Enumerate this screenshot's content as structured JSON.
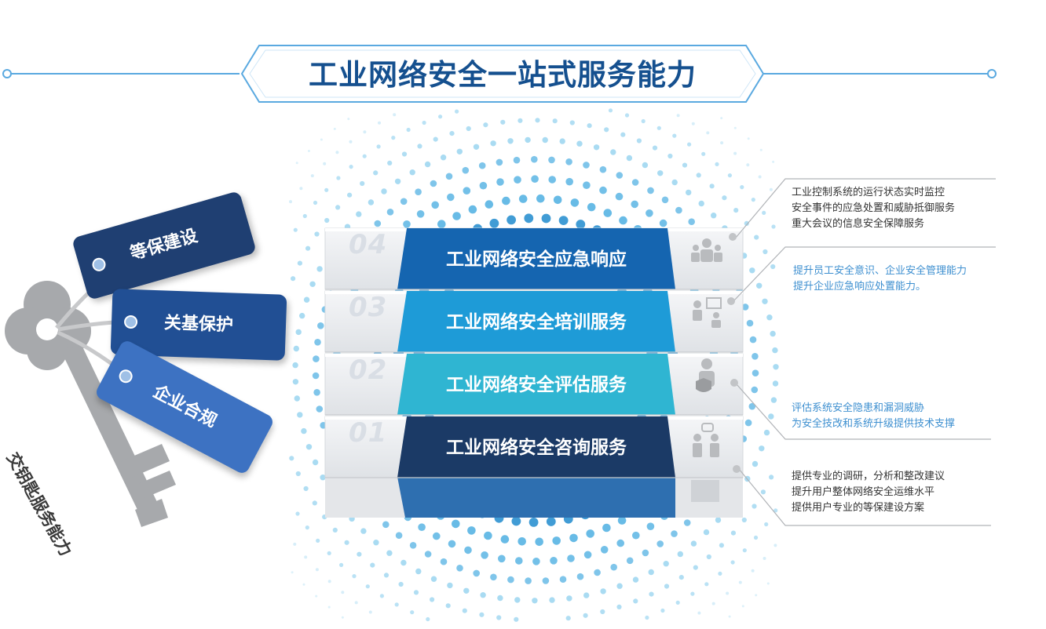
{
  "title": "工业网络安全一站式服务能力",
  "keys": {
    "caption": "交钥匙服务能力",
    "tags": [
      {
        "label": "等保建设",
        "color": "#1f3f72"
      },
      {
        "label": "关基保护",
        "color": "#214f94"
      },
      {
        "label": "企业合规",
        "color": "#3d72c2"
      }
    ]
  },
  "services": [
    {
      "number": "04",
      "label": "工业网络安全应急响应",
      "color": "#1565b0",
      "icon": "team-icon",
      "description": [
        "工业控制系统的运行状态实时监控",
        "安全事件的应急处置和威胁抵御服务",
        "重大会议的信息安全保障服务"
      ]
    },
    {
      "number": "03",
      "label": "工业网络安全培训服务",
      "color": "#1e9bd7",
      "icon": "presentation-training-icon",
      "description": [
        "提升员工安全意识、企业安全管理能力",
        "提升企业应急响应处置能力。"
      ]
    },
    {
      "number": "02",
      "label": "工业网络安全评估服务",
      "color": "#2fb5d2",
      "icon": "person-shield-icon",
      "description": [
        "评估系统安全隐患和漏洞威胁",
        "为安全技改和系统升级提供技术支撑"
      ]
    },
    {
      "number": "01",
      "label": "工业网络安全咨询服务",
      "color": "#1b3a66",
      "icon": "consulting-people-icon",
      "description": [
        "提供专业的调研，分析和整改建议",
        "提升用户整体网络安全运维水平",
        "提供用户专业的等保建设方案"
      ]
    }
  ]
}
